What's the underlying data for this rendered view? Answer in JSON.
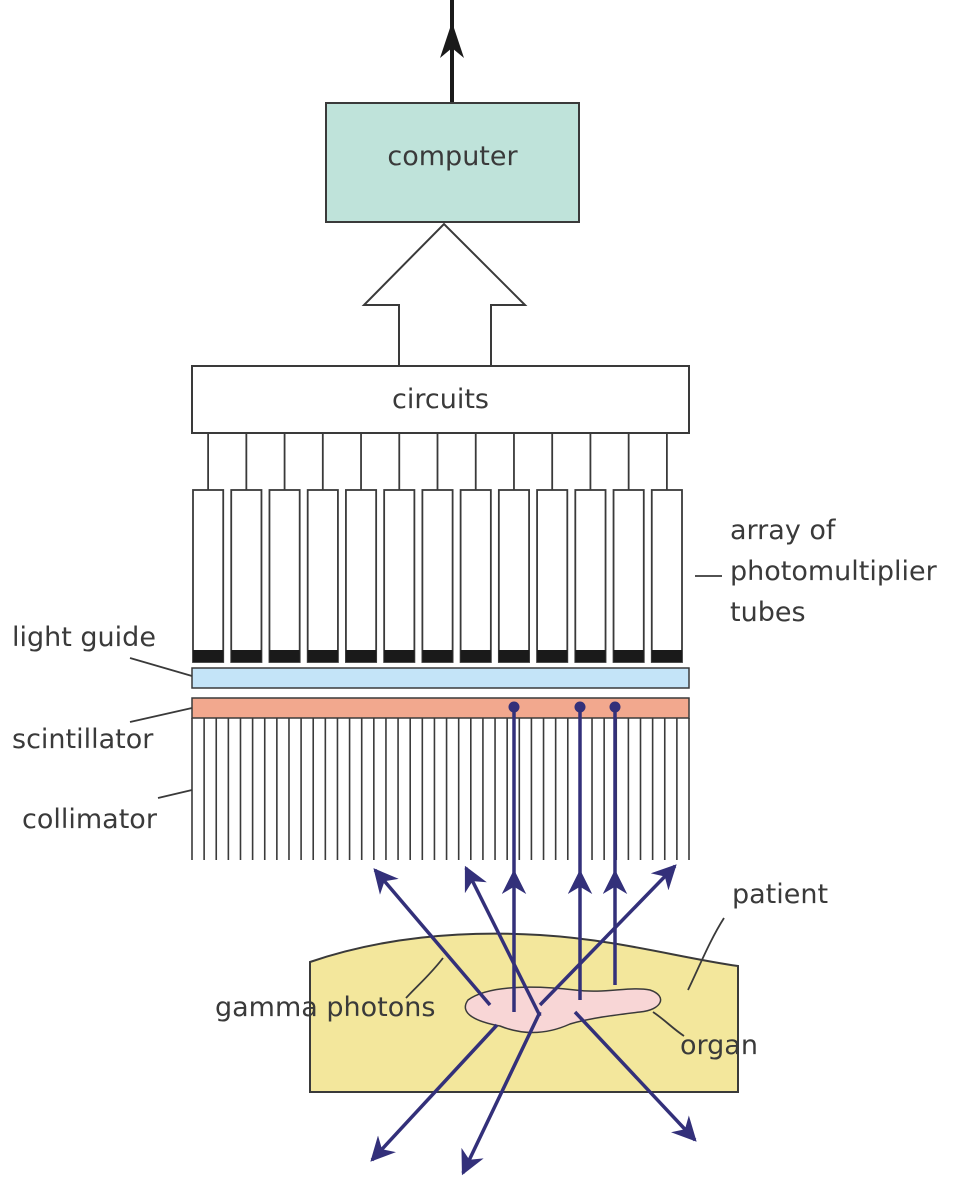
{
  "labels": {
    "computer": "computer",
    "circuits": "circuits",
    "pmt_line1": "array of",
    "pmt_line2": "photomultiplier",
    "pmt_line3": "tubes",
    "light_guide": "light guide",
    "scintillator": "scintillator",
    "collimator": "collimator",
    "patient": "patient",
    "gamma_photons": "gamma photons",
    "organ": "organ"
  },
  "colors": {
    "computer_fill": "#bfe3da",
    "light_guide_fill": "#c4e4f8",
    "scintillator_fill": "#f2a88e",
    "patient_fill": "#f3e79c",
    "organ_fill": "#f8d6d6",
    "photon": "#33307a",
    "outline": "#3a3a3a"
  },
  "tube_count": 13,
  "collimator_septa_count": 42
}
